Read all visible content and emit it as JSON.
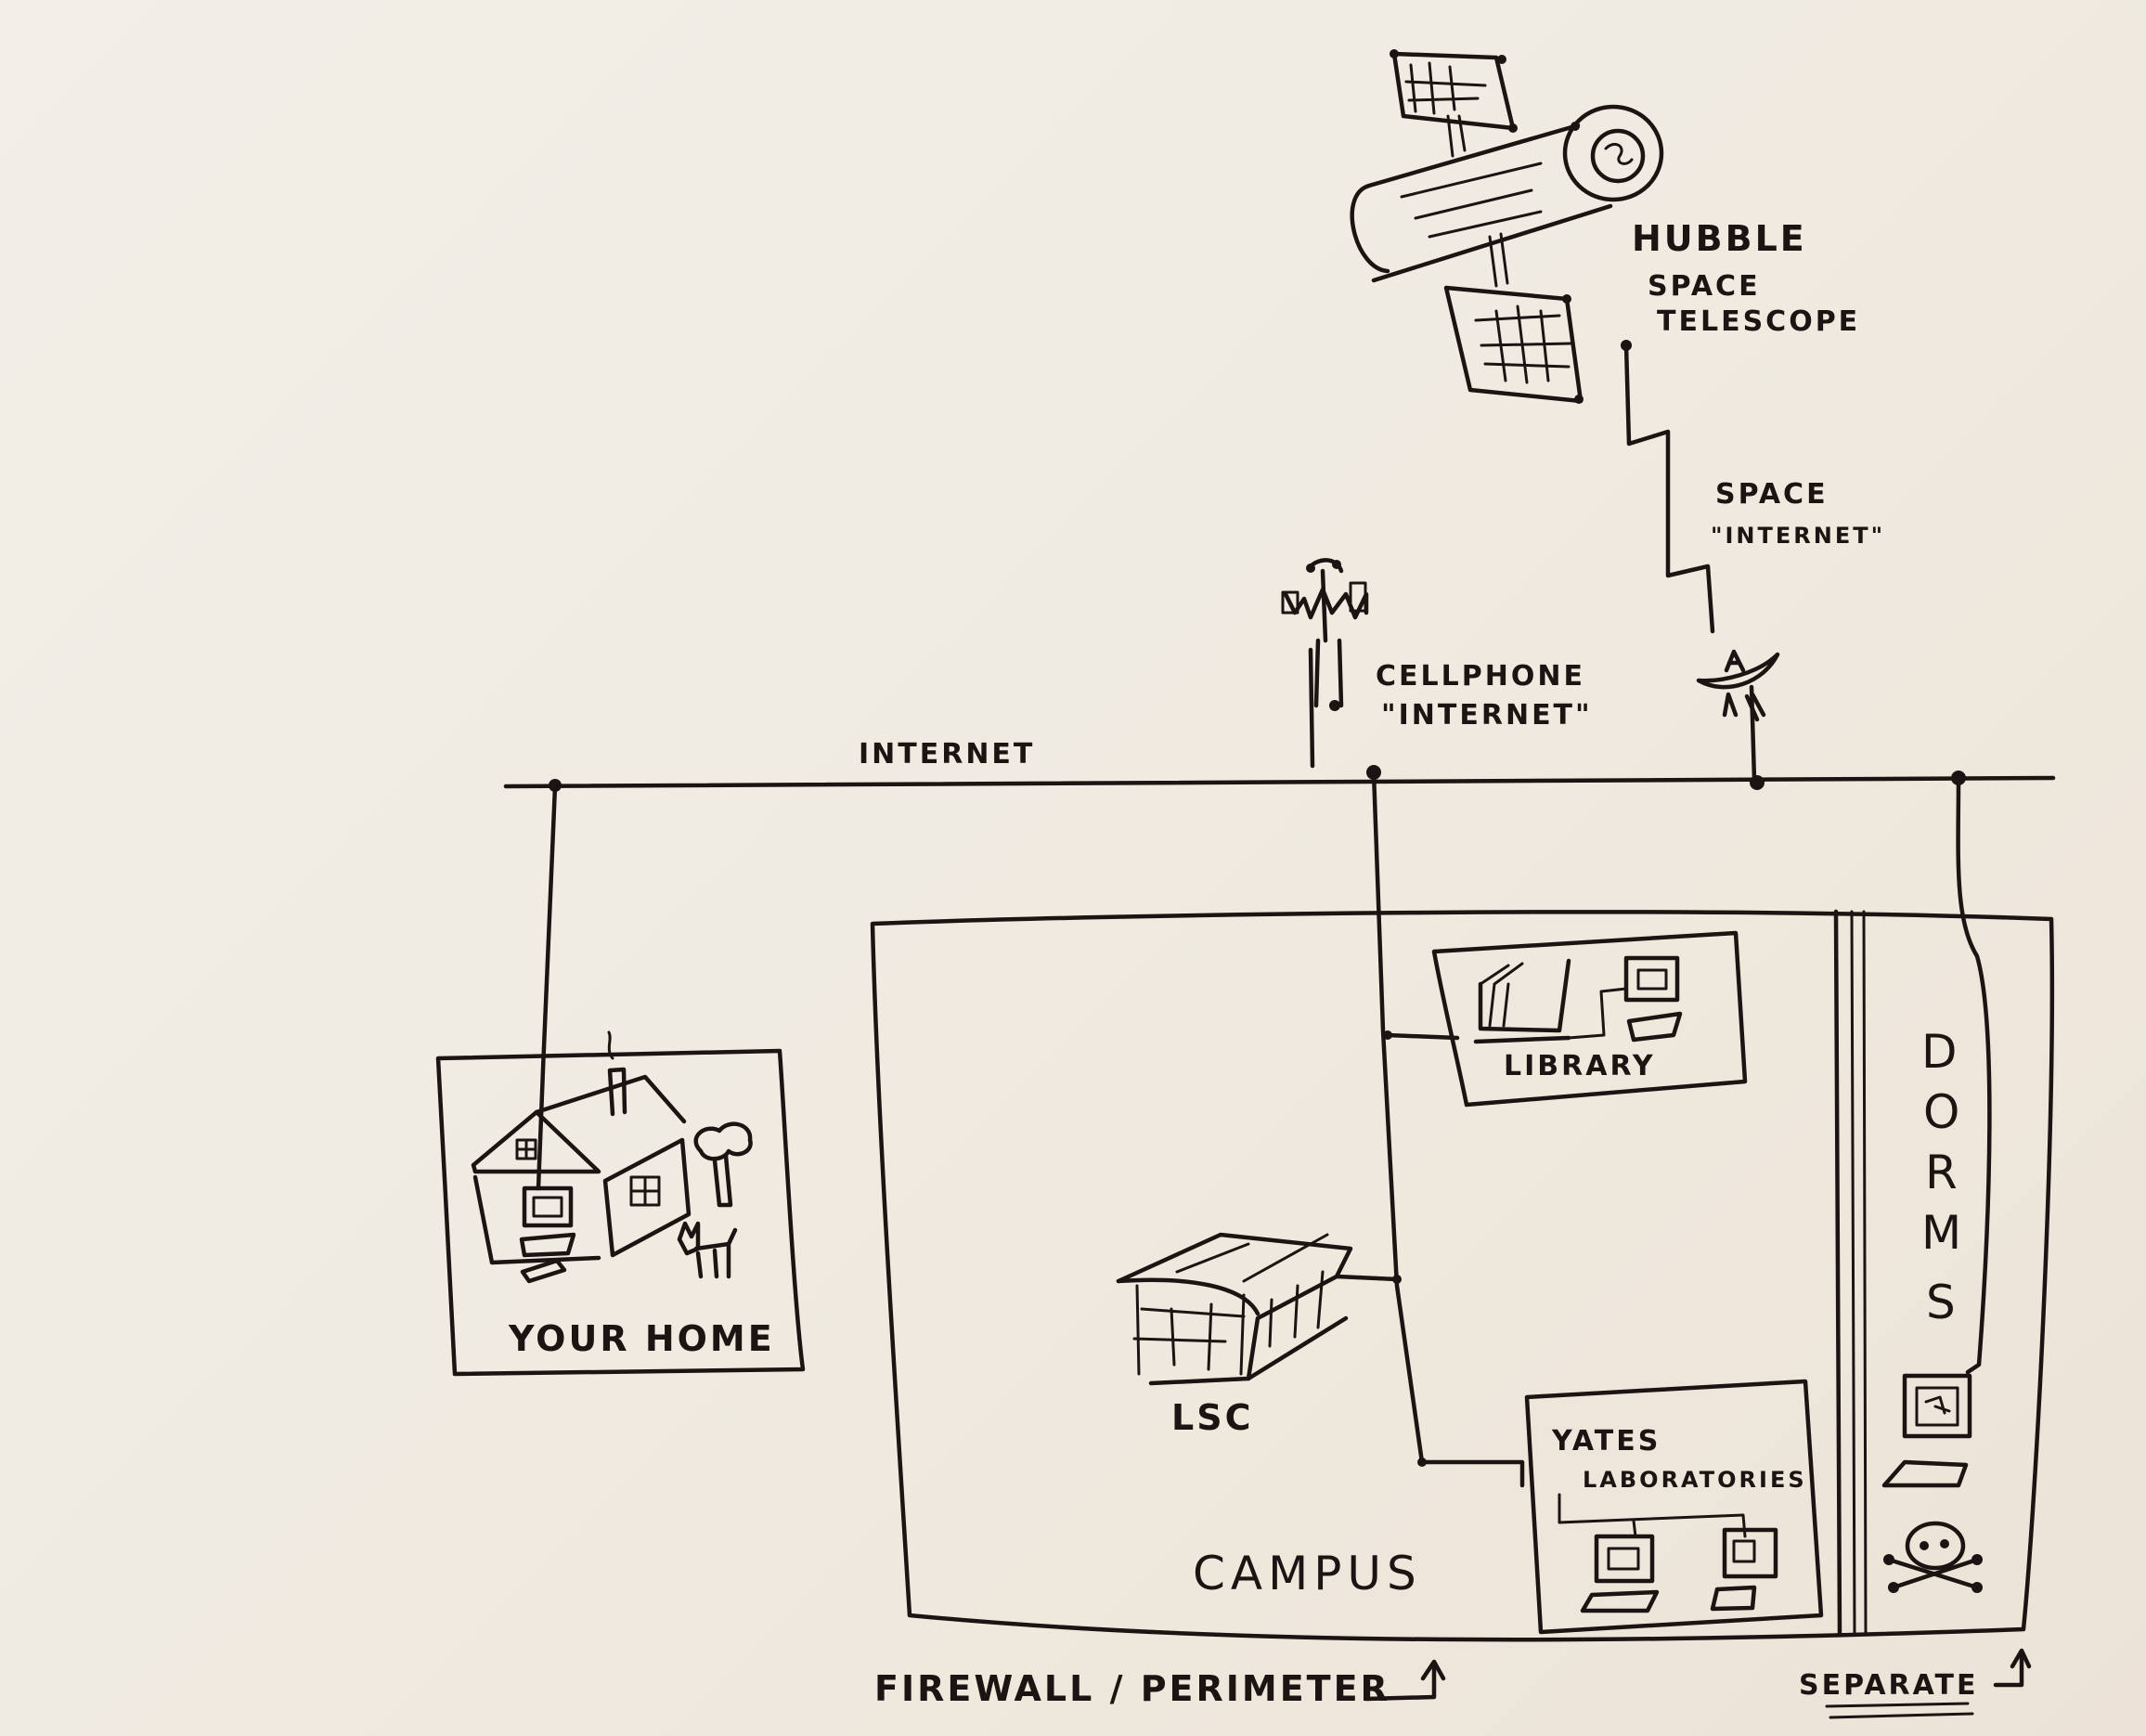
{
  "diagram": {
    "title": "Campus network and its connections to the Internet",
    "ink_color": "#1c1412",
    "paper_color": "#f0ebe2"
  },
  "labels": {
    "internet": "INTERNET",
    "cellphone_line1": "CELLPHONE",
    "cellphone_line2": "\"INTERNET\"",
    "space_line1": "SPACE",
    "space_line2": "\"INTERNET\"",
    "hubble_line1": "HUBBLE",
    "hubble_line2": "SPACE",
    "hubble_line3": "TELESCOPE",
    "your_home": "YOUR HOME",
    "library": "LIBRARY",
    "lsc": "LSC",
    "yates_line1": "YATES",
    "yates_line2": "LABORATORIES",
    "campus": "CAMPUS",
    "dorms": [
      "D",
      "O",
      "R",
      "M",
      "S"
    ],
    "firewall": "FIREWALL / PERIMETER",
    "separate": "SEPARATE"
  },
  "nodes": [
    {
      "id": "internet",
      "kind": "backbone-line"
    },
    {
      "id": "cell-tower",
      "kind": "icon",
      "icon": "cell-tower-icon",
      "connects_to": "internet"
    },
    {
      "id": "satellite-dish",
      "kind": "icon",
      "icon": "satellite-dish-icon",
      "connects_to": "internet"
    },
    {
      "id": "hubble",
      "kind": "icon",
      "icon": "hubble-telescope-icon",
      "connects_to": "satellite-dish"
    },
    {
      "id": "your-home",
      "kind": "zone",
      "connects_to": "internet"
    },
    {
      "id": "campus",
      "kind": "zone",
      "connects_to": "internet"
    },
    {
      "id": "library",
      "kind": "building",
      "parent": "campus"
    },
    {
      "id": "lsc",
      "kind": "building",
      "parent": "campus"
    },
    {
      "id": "yates-laboratories",
      "kind": "building",
      "parent": "campus"
    },
    {
      "id": "dorms",
      "kind": "zone",
      "connects_to": "internet"
    }
  ]
}
